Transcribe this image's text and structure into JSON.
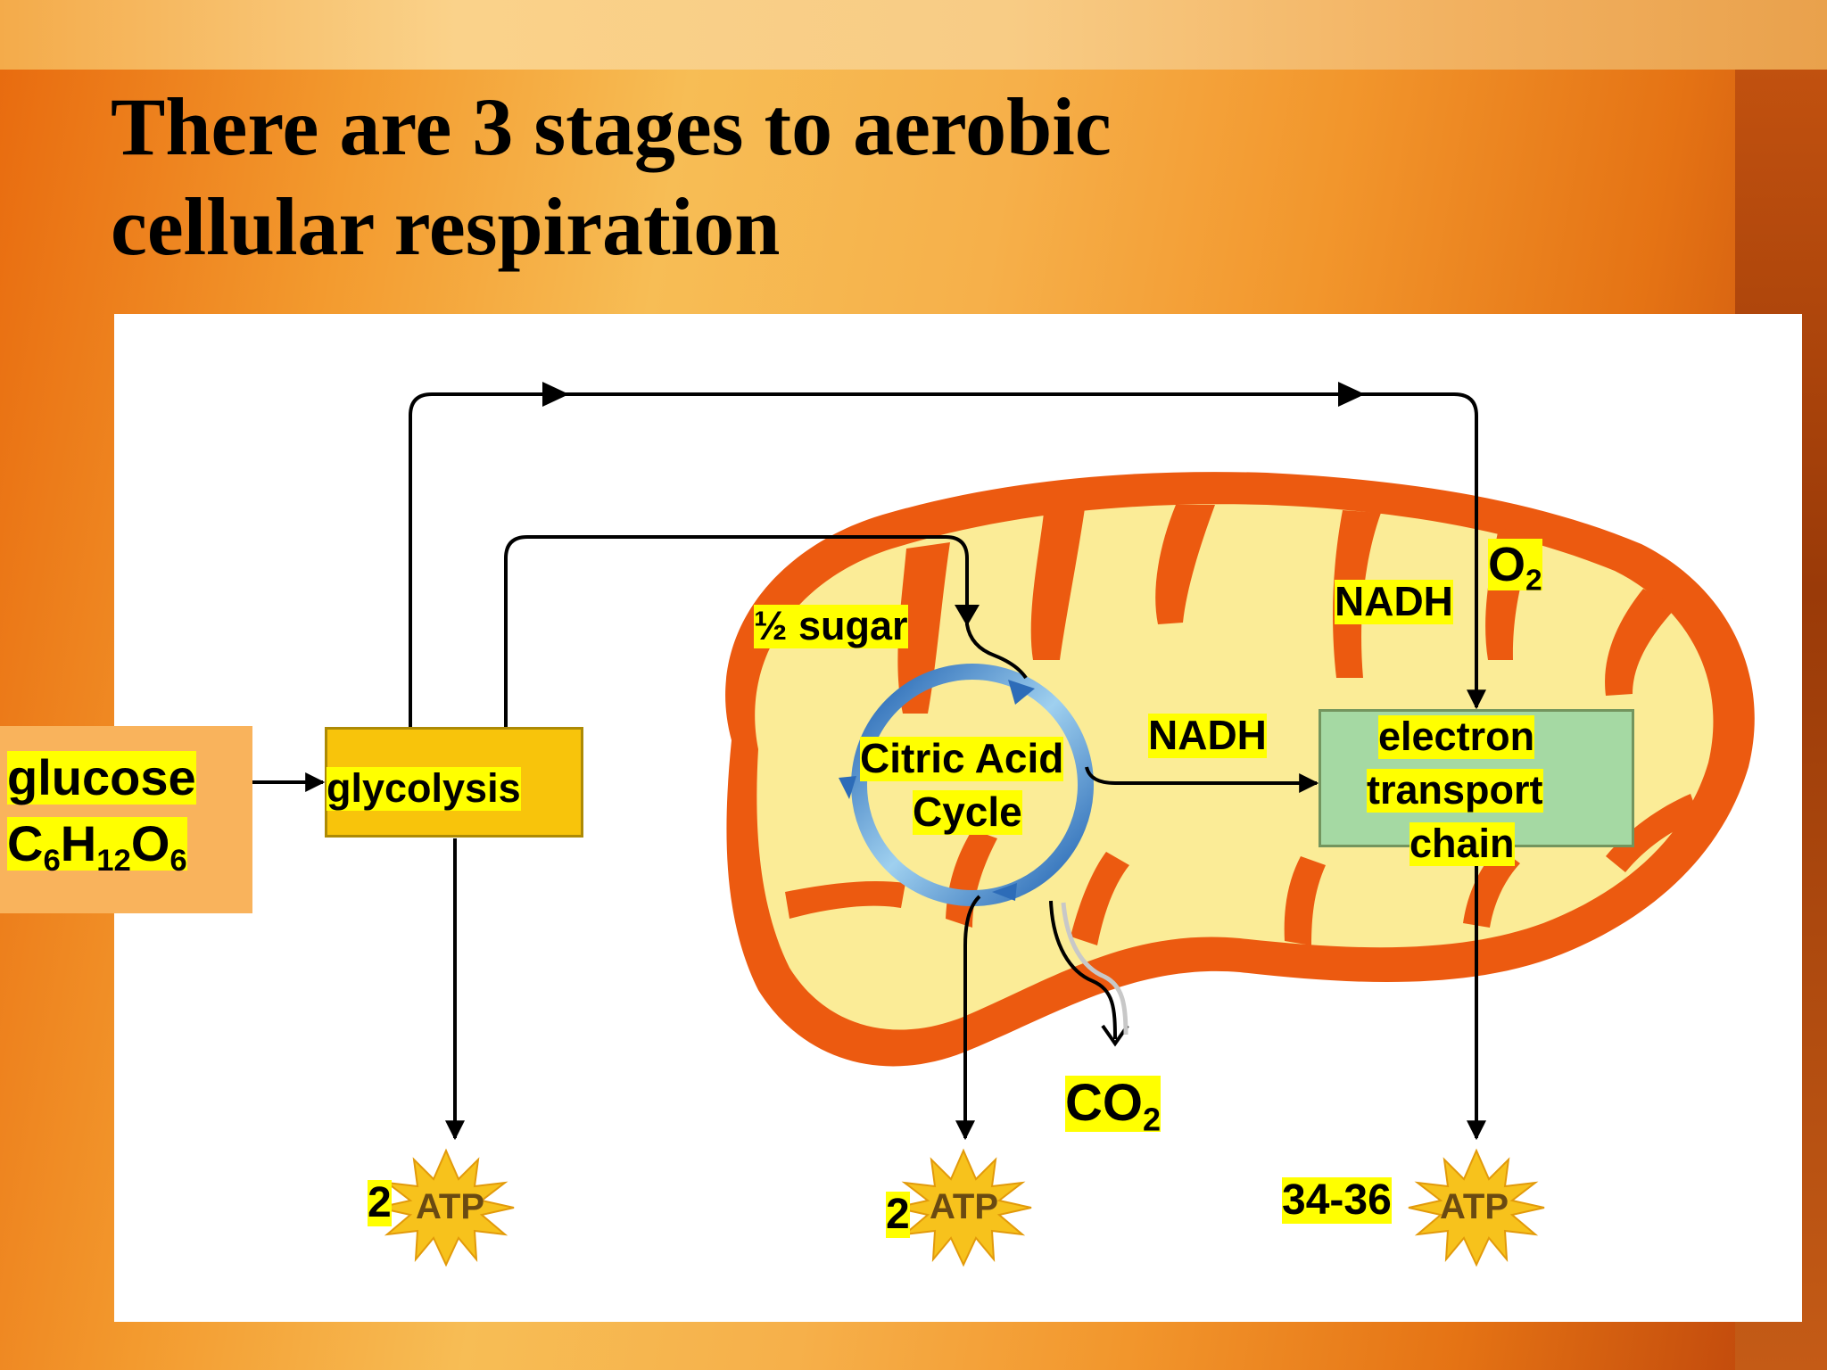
{
  "slide": {
    "title_lines": [
      "There are 3 stages to aerobic",
      "cellular respiration"
    ]
  },
  "labels": {
    "glucose": "glucose",
    "formula": {
      "c": "C",
      "c_sub": "6",
      "h": "H",
      "h_sub": "12",
      "o": "O",
      "o_sub": "6"
    },
    "glycolysis": "glycolysis",
    "half_sugar": "½ sugar",
    "citric_acid_cycle": [
      "Citric Acid",
      "Cycle"
    ],
    "nadh_middle": "NADH",
    "nadh_top": "NADH",
    "oxygen": {
      "symbol": "O",
      "sub": "2"
    },
    "carbon_dioxide": {
      "symbol": "CO",
      "sub": "2"
    },
    "electron_transport_chain": [
      "electron",
      "transport",
      "chain"
    ]
  },
  "atp_outputs": [
    {
      "count": "2",
      "word": "ATP"
    },
    {
      "count": "2",
      "word": "ATP"
    },
    {
      "count": "34-36",
      "word": "ATP"
    }
  ],
  "colors": {
    "label_highlight": "#ffff00",
    "mitochondria_outer": "#ec5a10",
    "mitochondria_inner": "#fbec97",
    "glycolysis_box": "#f8c40b",
    "etc_box": "#a5d9a3",
    "cycle_arrows": "#2d6cb8",
    "atp_burst": "#f7c21c",
    "arrow": "#000000"
  }
}
